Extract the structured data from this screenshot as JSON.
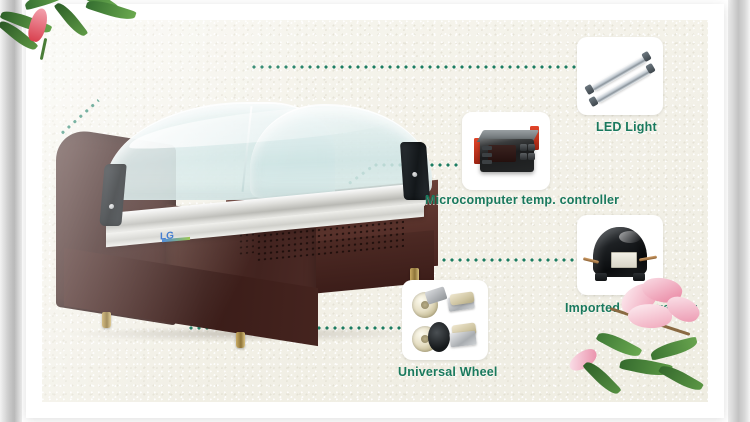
{
  "poster": {
    "background_color": "#f3f1e8",
    "frame_color": "#ffffff",
    "accent_color": "#19795d",
    "product_body_color": "#4a2a26",
    "glass_color": "#d9ebe9"
  },
  "product": {
    "name": "deli-display-case",
    "legs_color": "#c9ab63",
    "vent_label": "perforated-ventilation-grille",
    "logo_text": "LG"
  },
  "callouts": [
    {
      "id": "led-light",
      "label": "LED  Light",
      "thumb_name": "led-light-thumbnail",
      "icon": "led-tube-icon",
      "line_style": "dotted",
      "line_color": "#1c7d62"
    },
    {
      "id": "temp-controller",
      "label": "Microcomputer temp. controller",
      "thumb_name": "temperature-controller-thumbnail",
      "icon": "digital-controller-icon",
      "line_style": "dotted",
      "line_color": "#1c7d62"
    },
    {
      "id": "compressor",
      "label": "Imported compressor",
      "thumb_name": "compressor-thumbnail",
      "icon": "compressor-icon",
      "line_style": "dotted",
      "line_color": "#1c7d62"
    },
    {
      "id": "universal-wheel",
      "label": "Universal Wheel",
      "thumb_name": "universal-wheel-thumbnail",
      "icon": "caster-wheel-icon",
      "line_style": "dotted",
      "line_color": "#1c7d62"
    }
  ],
  "decorations": [
    {
      "id": "top-left-floral",
      "name": "foliage-and-bud-decoration",
      "colors": [
        "#3f8a3a",
        "#e06a7e"
      ]
    },
    {
      "id": "bottom-right-floral",
      "name": "magnolia-flower-decoration",
      "colors": [
        "#f0a7bb",
        "#4a8a3f"
      ]
    }
  ]
}
